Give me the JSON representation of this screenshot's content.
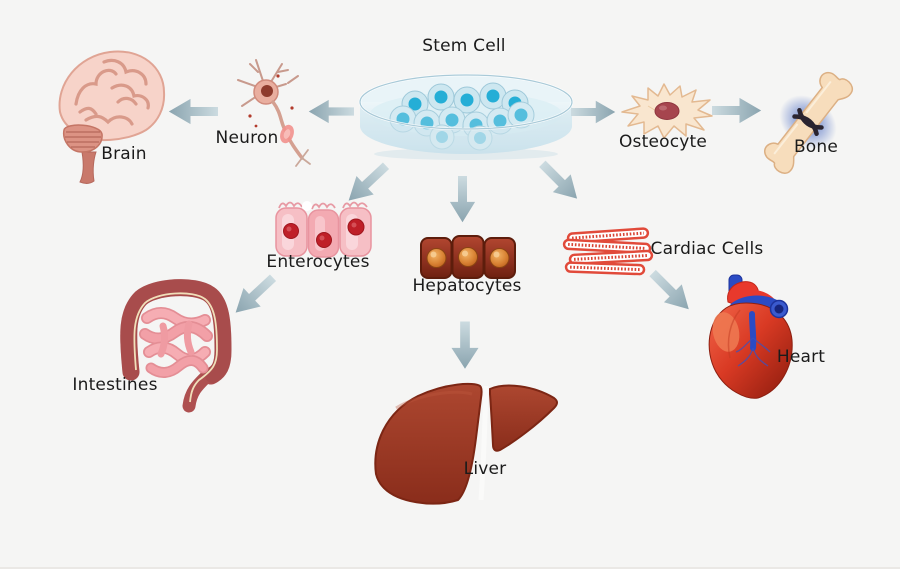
{
  "diagram_title": "Stem Cell",
  "background_color": "#f5f5f4",
  "label_color": "#1b1b1b",
  "arrow_colors": {
    "tail": "#ccdbe0",
    "head": "#8aa4af"
  },
  "nodes": {
    "stem_cell": {
      "label": "Stem Cell",
      "icon": "petri-dish-with-stem-cells"
    },
    "neuron": {
      "label": "Neuron",
      "icon": "neuron-cell"
    },
    "brain": {
      "label": "Brain",
      "icon": "brain-organ"
    },
    "osteocyte": {
      "label": "Osteocyte",
      "icon": "osteocyte-cell"
    },
    "bone": {
      "label": "Bone",
      "icon": "bone-with-joint"
    },
    "enterocytes": {
      "label": "Enterocytes",
      "icon": "enterocyte-cells"
    },
    "intestines": {
      "label": "Intestines",
      "icon": "intestines-organ"
    },
    "hepatocytes": {
      "label": "Hepatocytes",
      "icon": "hepatocyte-cells"
    },
    "liver": {
      "label": "Liver",
      "icon": "liver-organ"
    },
    "cardiac_cells": {
      "label": "Cardiac Cells",
      "icon": "cardiac-muscle-fibers"
    },
    "heart": {
      "label": "Heart",
      "icon": "heart-organ"
    }
  },
  "edges": [
    {
      "from": "Stem Cell",
      "to": "Neuron"
    },
    {
      "from": "Neuron",
      "to": "Brain"
    },
    {
      "from": "Stem Cell",
      "to": "Osteocyte"
    },
    {
      "from": "Osteocyte",
      "to": "Bone"
    },
    {
      "from": "Stem Cell",
      "to": "Enterocytes"
    },
    {
      "from": "Enterocytes",
      "to": "Intestines"
    },
    {
      "from": "Stem Cell",
      "to": "Hepatocytes"
    },
    {
      "from": "Hepatocytes",
      "to": "Liver"
    },
    {
      "from": "Stem Cell",
      "to": "Cardiac Cells"
    },
    {
      "from": "Cardiac Cells",
      "to": "Heart"
    }
  ]
}
